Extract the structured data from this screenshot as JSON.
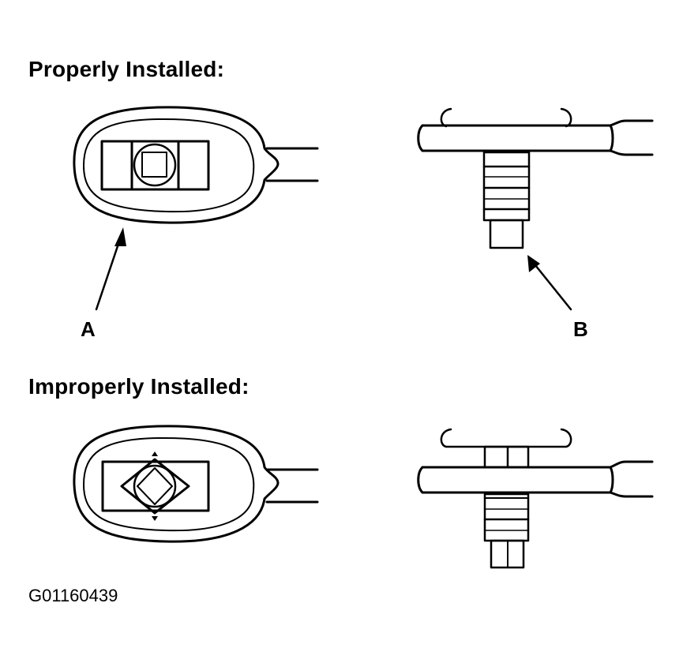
{
  "sections": {
    "proper": {
      "title": "Properly Installed:"
    },
    "improper": {
      "title": "Improperly Installed:"
    }
  },
  "callouts": {
    "a": "A",
    "b": "B"
  },
  "figure_code": "G01160439",
  "colors": {
    "ink": "#000000",
    "paper": "#ffffff"
  }
}
